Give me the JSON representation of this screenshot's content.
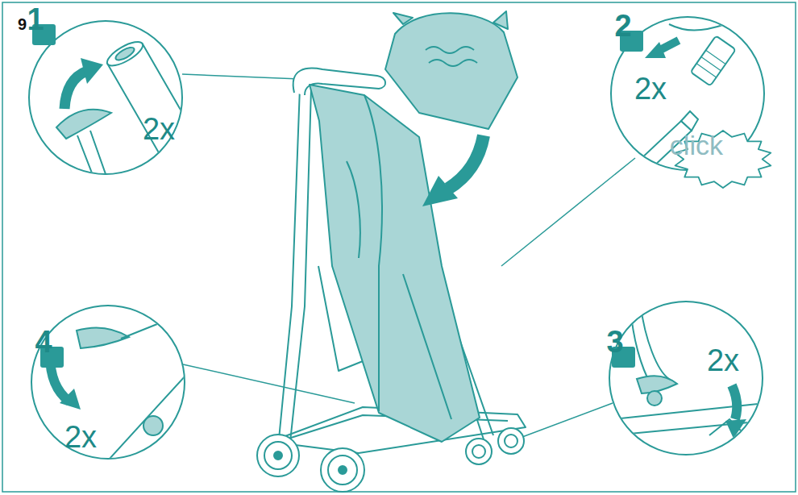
{
  "diagram": {
    "nodes": [
      {
        "text": [
          "2x"
        ]
      },
      {
        "text": [
          "1"
        ],
        "in": 0
      },
      {
        "text": [
          "2x"
        ]
      },
      {
        "text": [
          "2"
        ],
        "in": 2
      },
      {
        "text": [
          "click"
        ],
        "in": 2
      },
      {
        "text": [
          "2x"
        ]
      },
      {
        "text": [
          "4"
        ],
        "in": 5
      },
      {
        "text": [
          "2x"
        ]
      },
      {
        "text": [
          "3"
        ],
        "in": 7
      }
    ],
    "labels": [
      "9"
    ]
  }
}
